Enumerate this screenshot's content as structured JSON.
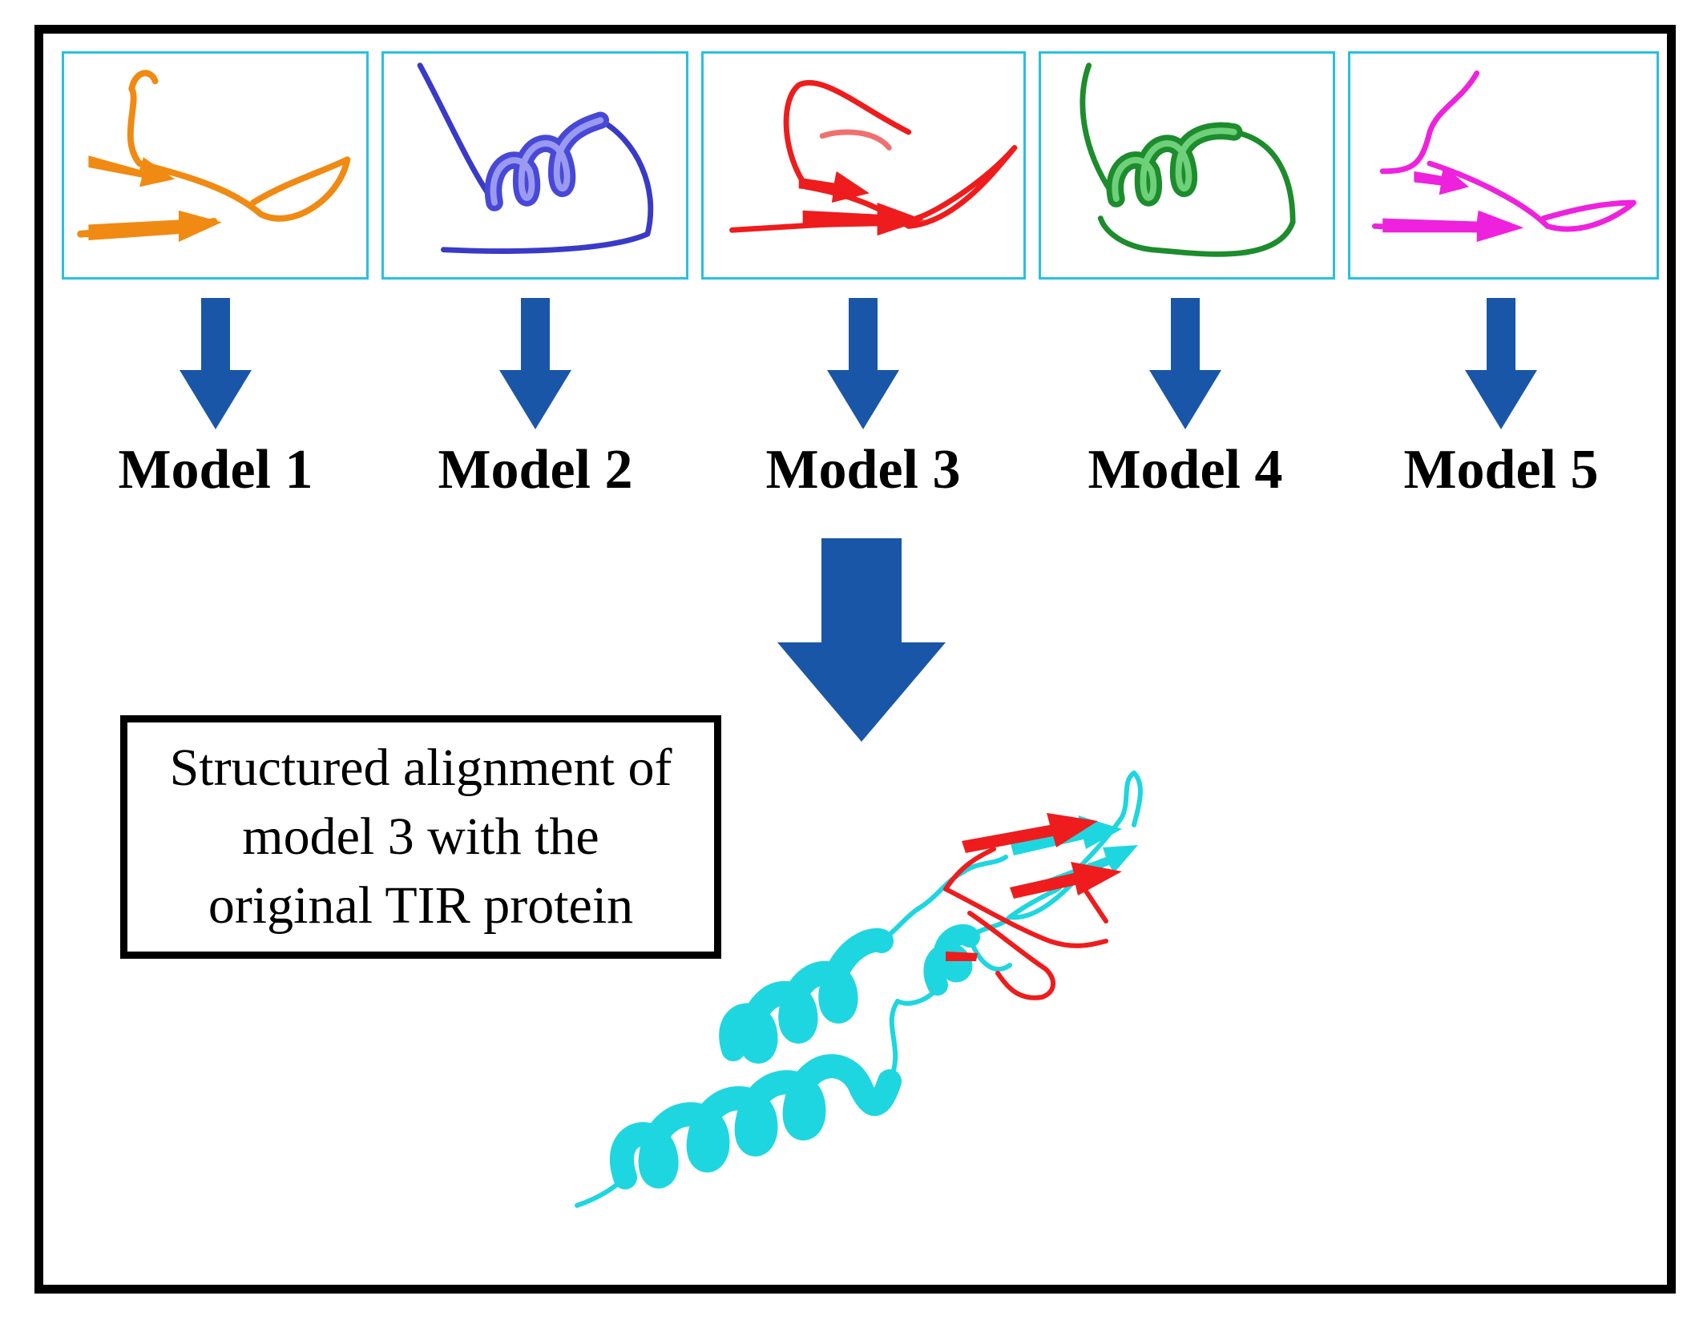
{
  "models": [
    {
      "label": "Model 1",
      "color": "#f08a12"
    },
    {
      "label": "Model 2",
      "color": "#3a3ac8"
    },
    {
      "label": "Model 3",
      "color": "#ee1c1c"
    },
    {
      "label": "Model 4",
      "color": "#1c8c2c"
    },
    {
      "label": "Model 5",
      "color": "#ee22dd"
    }
  ],
  "caption": "Structured alignment of\nmodel 3 with the\noriginal TIR protein",
  "colors": {
    "arrow": "#1a56a8",
    "frame": "#000000",
    "model_box_border": "#29c0e0",
    "alignment_original": "#1ed6e0",
    "alignment_model3": "#ee1c1c"
  }
}
